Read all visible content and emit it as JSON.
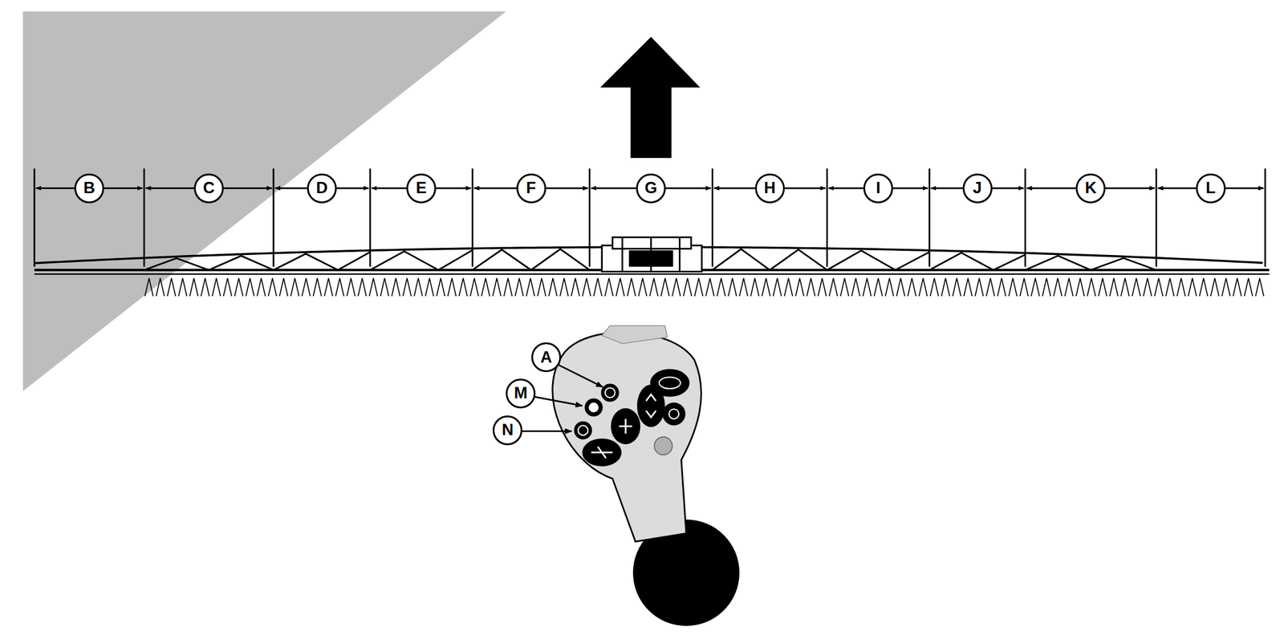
{
  "diagram": {
    "labels": [
      "B",
      "C",
      "D",
      "E",
      "F",
      "G",
      "H",
      "I",
      "J",
      "K",
      "L",
      "A",
      "M",
      "N"
    ]
  }
}
